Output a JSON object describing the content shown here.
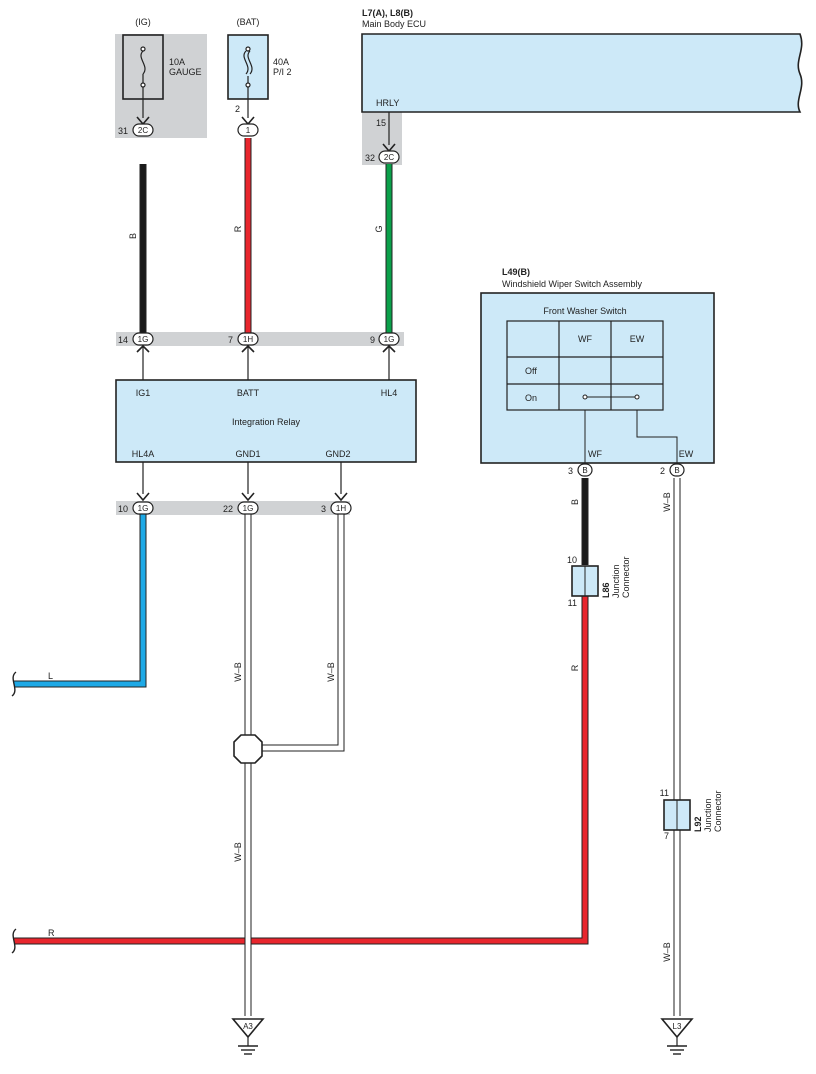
{
  "colors": {
    "black_wire": "#1a1a1a",
    "red_wire": "#e8262d",
    "green_wire": "#0aa04a",
    "blue_wire": "#1ea9e6",
    "white_wire": "#ffffff",
    "component_fill": "#cde9f8",
    "connector_band": "#d0d2d4"
  },
  "fuses": [
    {
      "source": "(IG)",
      "rating": "10A",
      "name": "GAUGE",
      "pin_top": "31",
      "connector": "2C"
    },
    {
      "source": "(BAT)",
      "rating": "40A",
      "name": "P/I 2",
      "pin_top": "2",
      "connector": "1"
    }
  ],
  "ecu": {
    "ref": "L7(A), L8(B)",
    "name": "Main Body ECU",
    "terminal": "HRLY",
    "pin_top": "15",
    "pin_side": "32",
    "connector": "2C"
  },
  "wires": {
    "ig_color": "B",
    "bat_color": "R",
    "hrly_color": "G",
    "hl4a_color": "L",
    "gnd1_color": "W–B",
    "gnd2_color": "W–B",
    "ground_trunk_color": "W–B",
    "wf_color": "B",
    "l86_out_color": "R",
    "bottom_red_color": "R",
    "ew_color": "W–B",
    "l92_out_color": "W–B"
  },
  "relay": {
    "name": "Integration Relay",
    "terminals_top": [
      "IG1",
      "BATT",
      "HL4"
    ],
    "terminals_bottom": [
      "HL4A",
      "GND1",
      "GND2"
    ],
    "input_pins": [
      {
        "pin": "14",
        "connector": "1G"
      },
      {
        "pin": "7",
        "connector": "1H"
      },
      {
        "pin": "9",
        "connector": "1G"
      }
    ],
    "output_pins": [
      {
        "pin": "10",
        "connector": "1G"
      },
      {
        "pin": "22",
        "connector": "1G"
      },
      {
        "pin": "3",
        "connector": "1H"
      }
    ]
  },
  "switch": {
    "ref": "L49(B)",
    "name": "Windshield Wiper Switch Assembly",
    "table_title": "Front Washer Switch",
    "columns": [
      "WF",
      "EW"
    ],
    "rows": [
      "Off",
      "On"
    ],
    "terminal_wf": "WF",
    "terminal_ew": "EW",
    "pin_wf": "3",
    "pin_ew": "2",
    "connector": "B"
  },
  "junctions": [
    {
      "ref": "L86",
      "line1": "Junction",
      "line2": "Connector",
      "pin_in": "10",
      "pin_out": "11"
    },
    {
      "ref": "L92",
      "line1": "Junction",
      "line2": "Connector",
      "pin_in": "11",
      "pin_out": "7"
    }
  ],
  "grounds": [
    "A3",
    "L3"
  ]
}
